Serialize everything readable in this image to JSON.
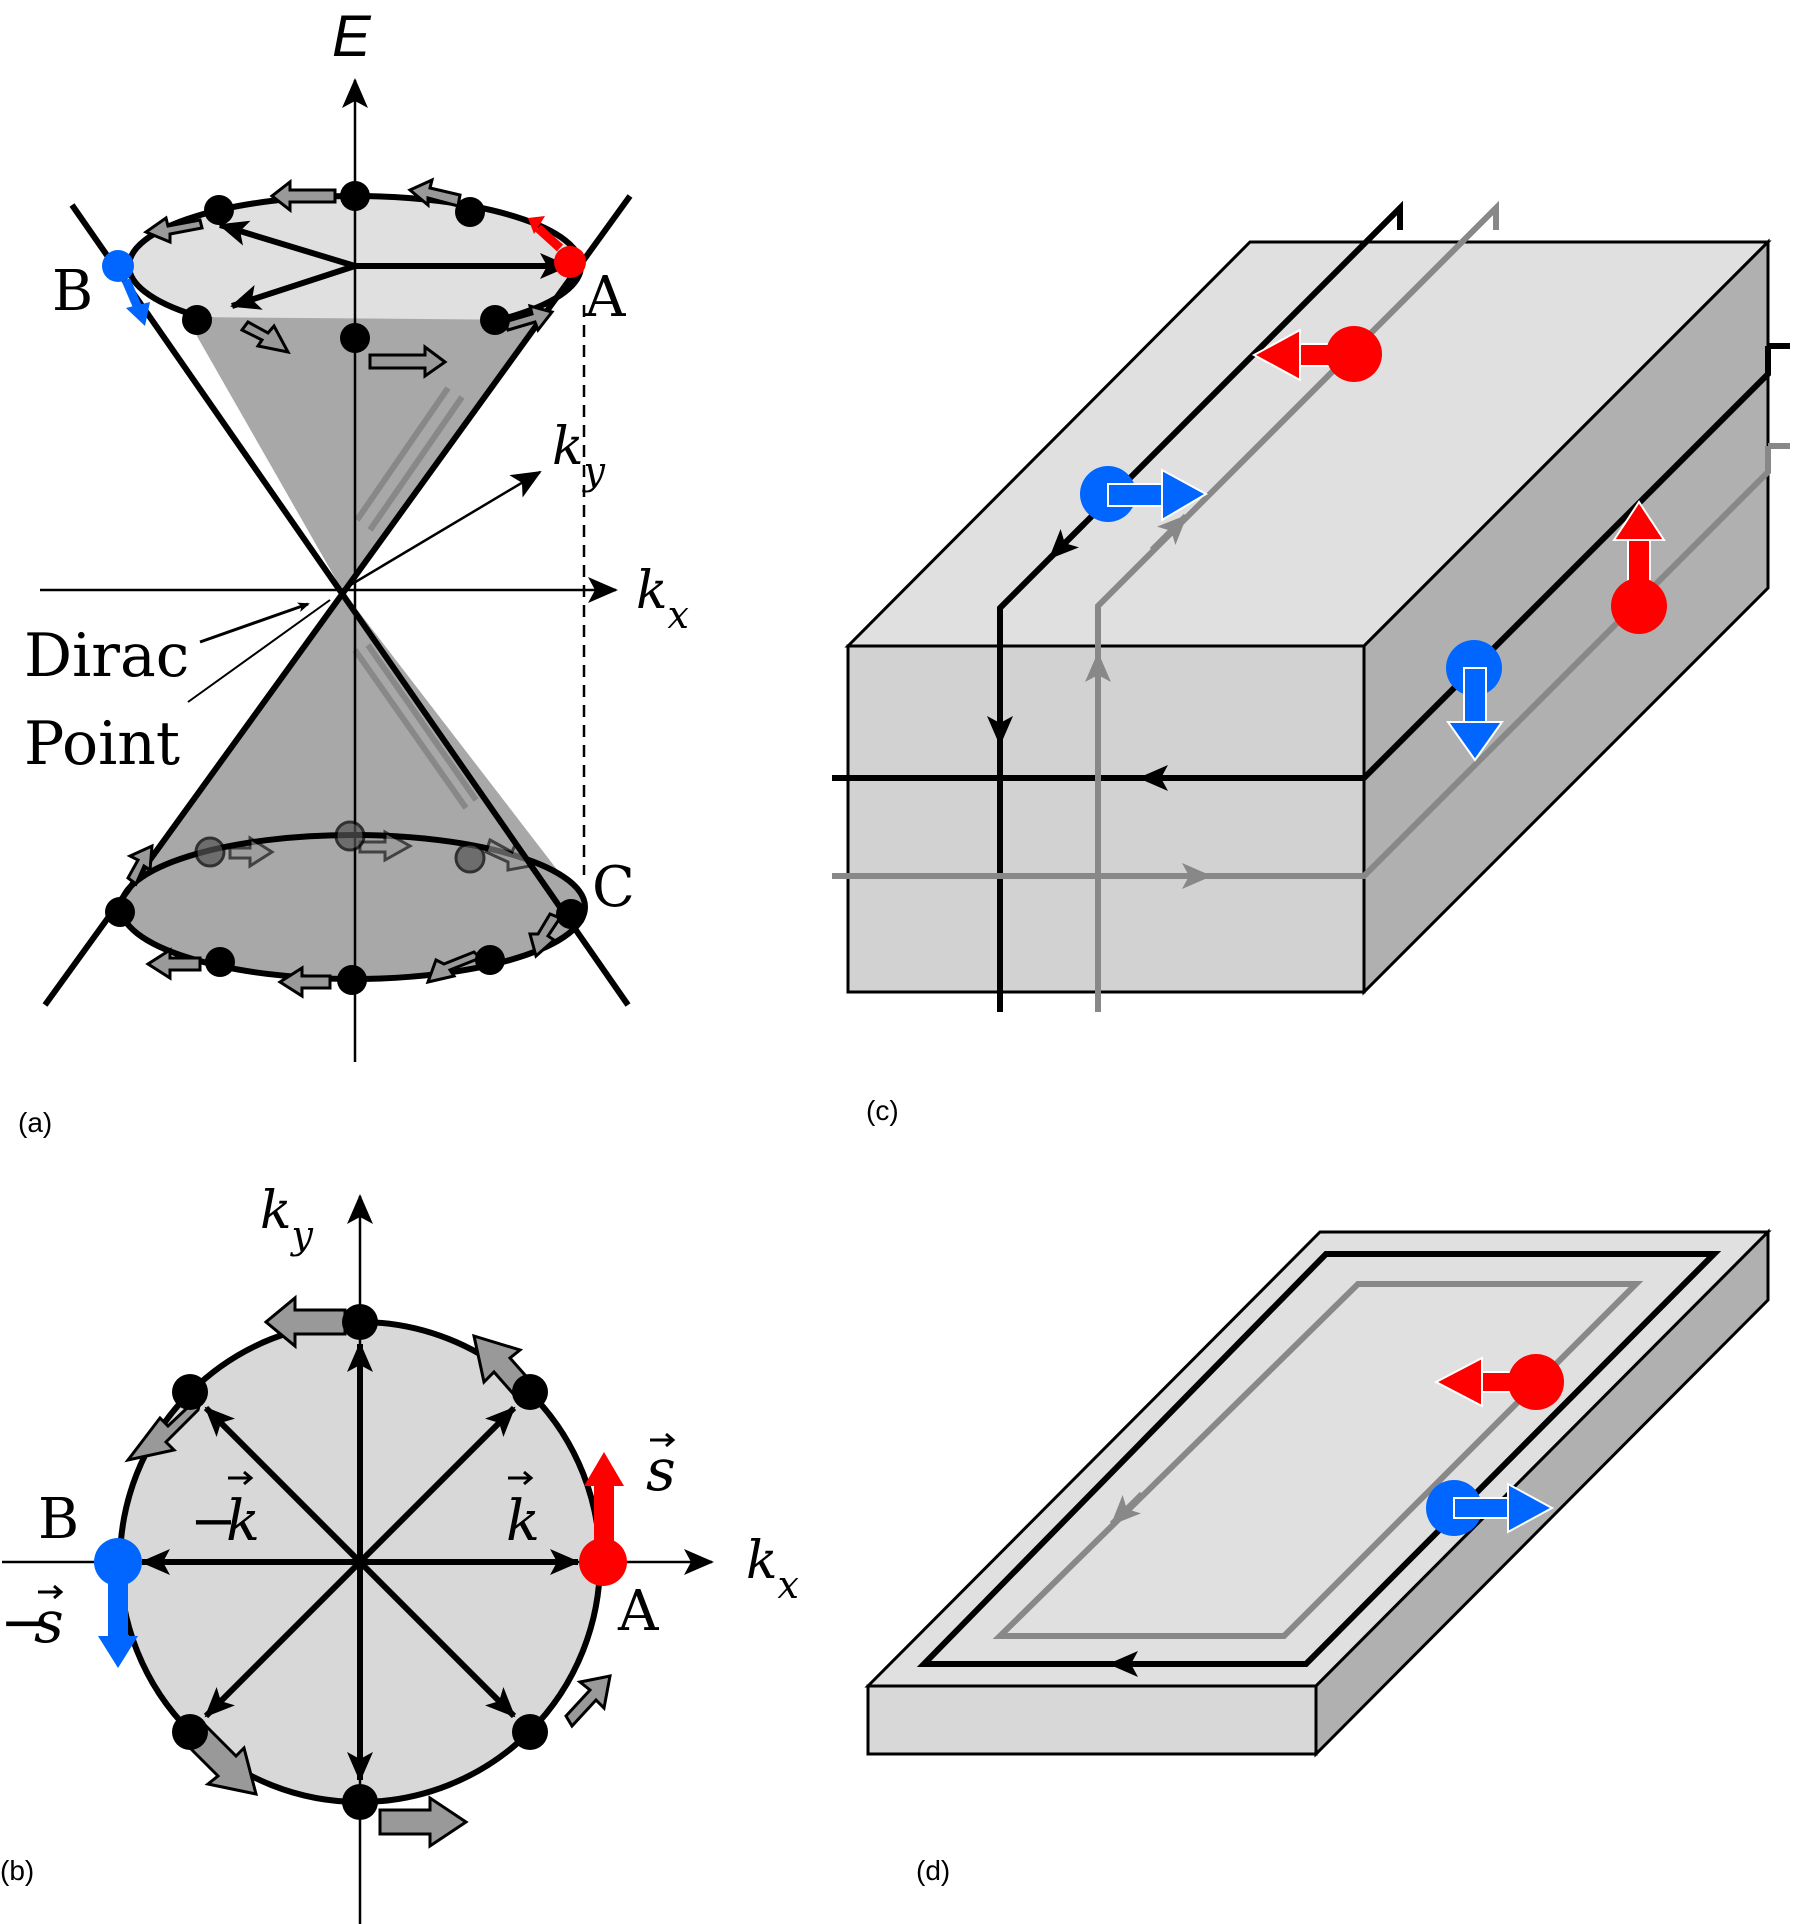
{
  "panels": {
    "a": {
      "caption": "(a)",
      "axis_energy": "E",
      "axis_ky_base": "k",
      "axis_ky_sub": "y",
      "axis_kx_base": "k",
      "axis_kx_sub": "x",
      "point_A": "A",
      "point_B": "B",
      "point_C": "C",
      "dirac_line1": "Dirac",
      "dirac_line2": "Point"
    },
    "b": {
      "caption": "(b)",
      "axis_ky_base": "k",
      "axis_ky_sub": "y",
      "axis_kx_base": "k",
      "axis_kx_sub": "x",
      "point_A": "A",
      "point_B": "B",
      "k_vector": "k",
      "minus_k_sign": "−",
      "minus_k_vector": "k",
      "s_vector": "s",
      "minus_s_sign": "−",
      "minus_s_vector": "s"
    },
    "c": {
      "caption": "(c)"
    },
    "d": {
      "caption": "(d)"
    }
  },
  "colors": {
    "spin_up": "#ff0000",
    "spin_down": "#0066ff",
    "surface_light": "#e0e0e0",
    "surface_mid": "#d2d2d2",
    "surface_dark": "#b0b0b0",
    "cone_fill": "#a8a8a8",
    "edge_black": "#000000",
    "edge_gray": "#808080"
  }
}
